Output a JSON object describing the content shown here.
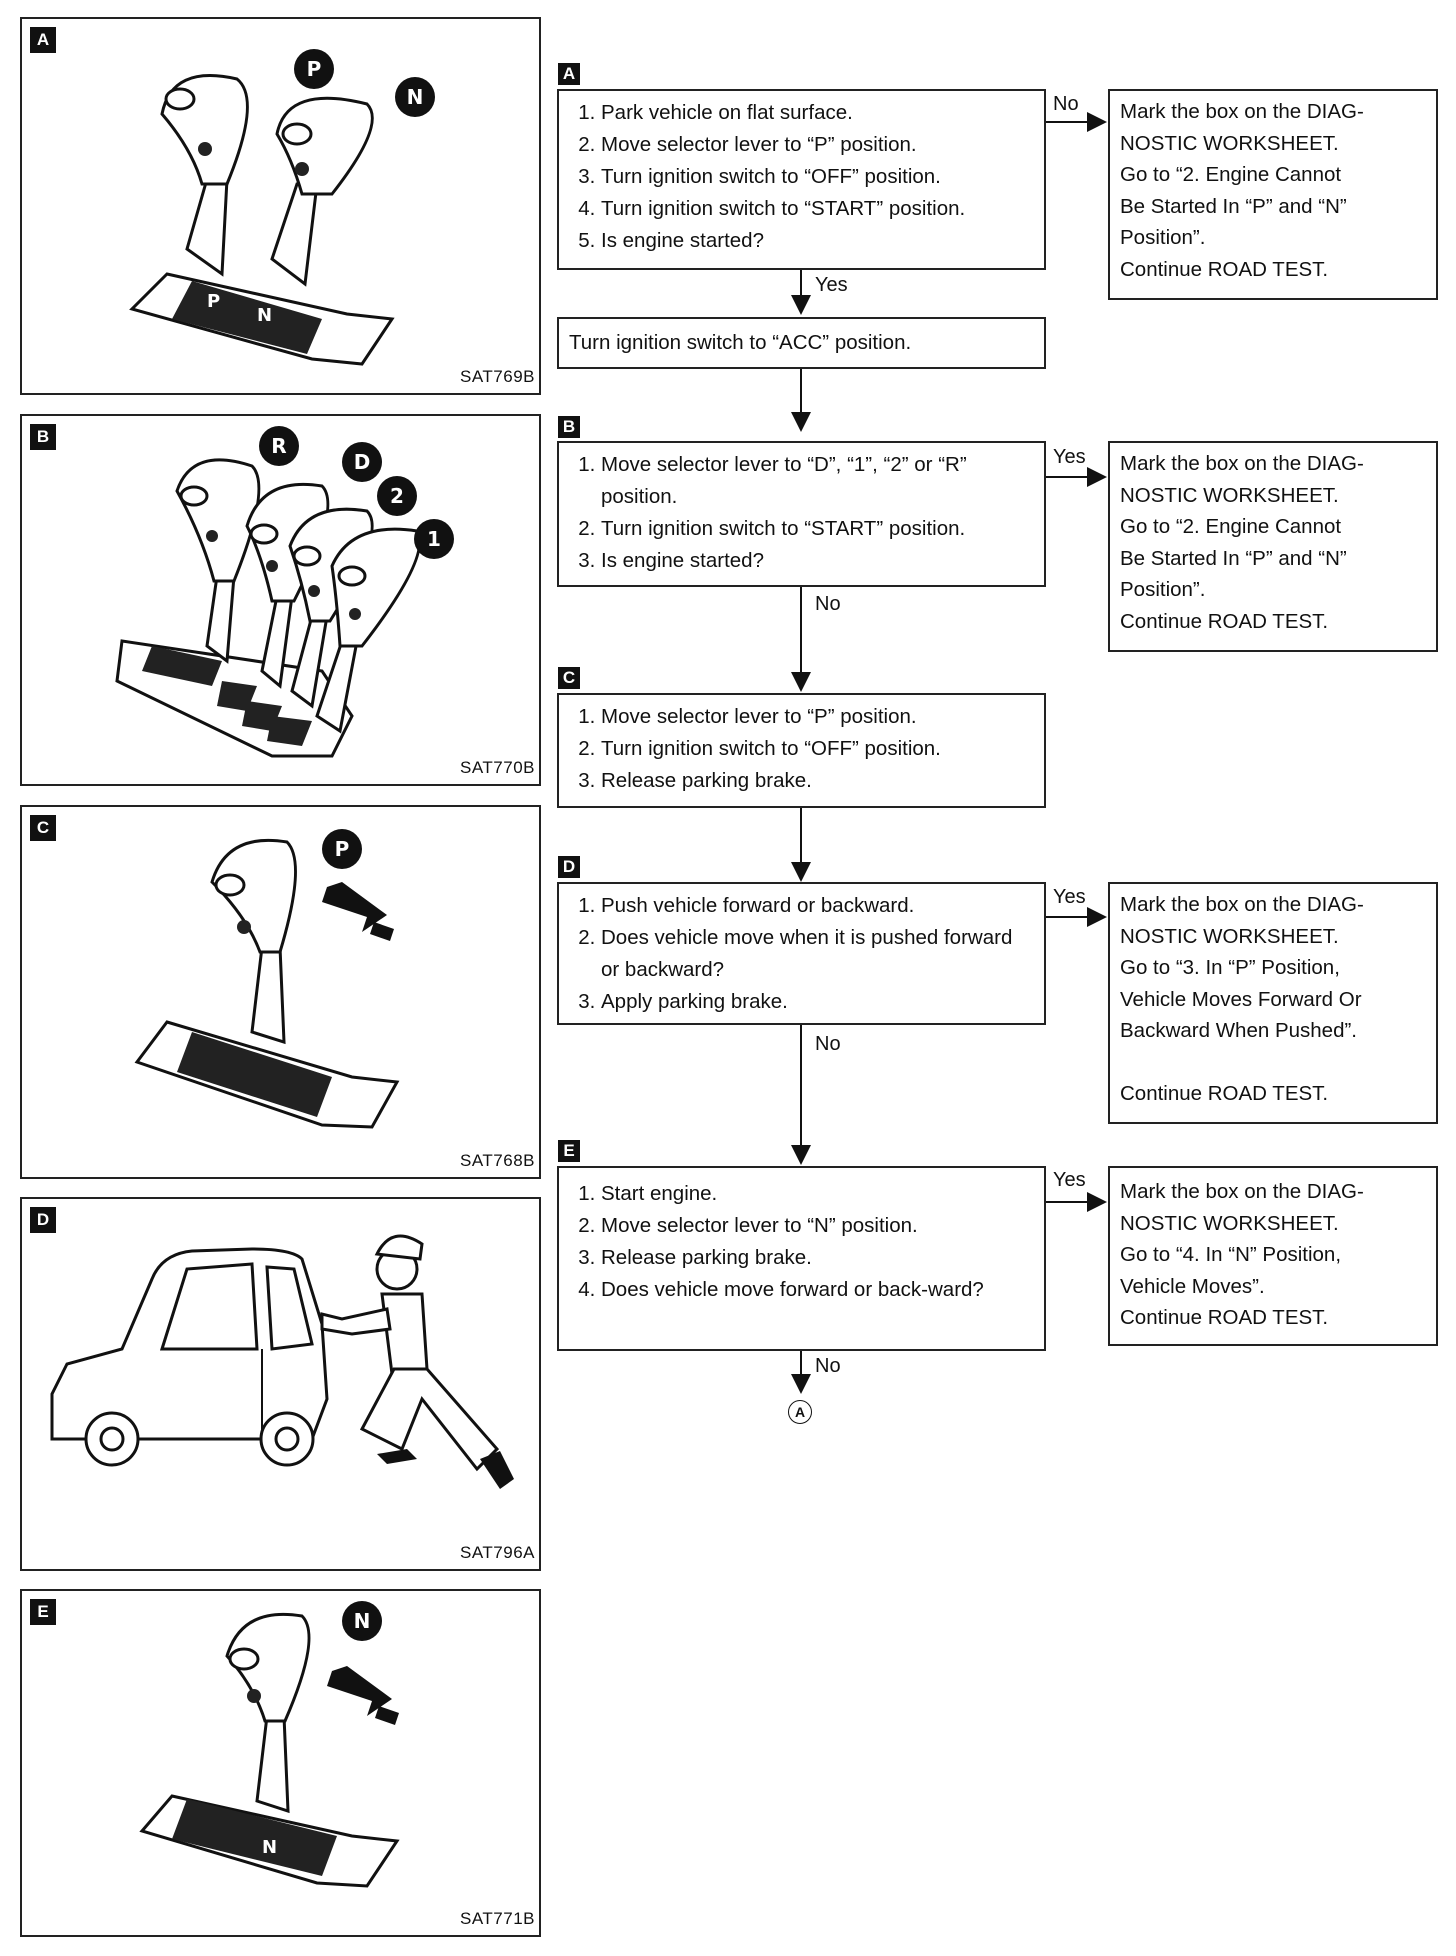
{
  "panels": [
    {
      "tag": "A",
      "code": "SAT769B",
      "labels": [
        "P",
        "N"
      ]
    },
    {
      "tag": "B",
      "code": "SAT770B",
      "labels": [
        "R",
        "D",
        "2",
        "1"
      ]
    },
    {
      "tag": "C",
      "code": "SAT768B",
      "labels": [
        "P"
      ]
    },
    {
      "tag": "D",
      "code": "SAT796A",
      "labels": []
    },
    {
      "tag": "E",
      "code": "SAT771B",
      "labels": [
        "N"
      ]
    }
  ],
  "flow": {
    "step_a": {
      "tag": "A",
      "items": [
        "Park vehicle on flat surface.",
        "Move selector lever to “P” position.",
        "Turn ignition switch to “OFF” position.",
        "Turn ignition switch to “START” position.",
        "Is engine started?"
      ],
      "branch_label": "No",
      "down_label": "Yes",
      "side": [
        "Mark the box on the DIAG-",
        "NOSTIC WORKSHEET.",
        "Go to “2. Engine Cannot",
        "Be Started In “P” and “N”",
        "Position”.",
        "Continue ROAD TEST."
      ]
    },
    "acc_box": "Turn ignition switch to “ACC” position.",
    "step_b": {
      "tag": "B",
      "items": [
        "Move selector lever to “D”, “1”, “2” or “R” position.",
        "Turn ignition switch to “START” position.",
        "Is engine started?"
      ],
      "branch_label": "Yes",
      "down_label": "No",
      "side": [
        "Mark the box on the DIAG-",
        "NOSTIC WORKSHEET.",
        "Go to “2. Engine Cannot",
        "Be Started In “P” and “N”",
        "Position”.",
        "Continue ROAD TEST."
      ]
    },
    "step_c": {
      "tag": "C",
      "items": [
        "Move selector lever to “P” position.",
        "Turn ignition switch to “OFF” position.",
        "Release parking brake."
      ]
    },
    "step_d": {
      "tag": "D",
      "items": [
        "Push vehicle forward or backward.",
        "Does vehicle move when it is pushed forward or backward?",
        "Apply parking brake."
      ],
      "branch_label": "Yes",
      "down_label": "No",
      "side": [
        "Mark the box on the DIAG-",
        "NOSTIC WORKSHEET.",
        "Go to “3. In “P” Position,",
        "Vehicle Moves Forward Or",
        "Backward When Pushed”.",
        "",
        "Continue ROAD TEST."
      ]
    },
    "step_e": {
      "tag": "E",
      "items": [
        "Start engine.",
        "Move selector lever to “N” position.",
        "Release parking brake.",
        "Does vehicle move forward or back-ward?"
      ],
      "branch_label": "Yes",
      "down_label": "No",
      "side": [
        "Mark the box on the DIAG-",
        "NOSTIC WORKSHEET.",
        "Go to “4. In “N” Position,",
        "Vehicle Moves”.",
        "Continue ROAD TEST."
      ]
    },
    "connector": "A"
  }
}
